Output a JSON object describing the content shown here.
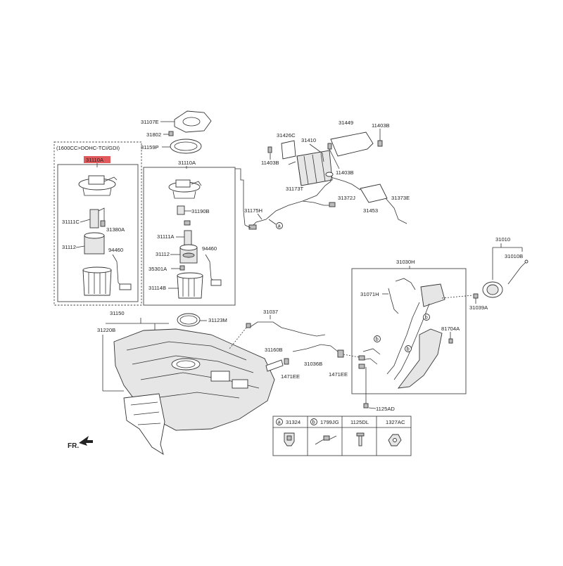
{
  "variant_note": "(1600CC>DOHC-TCI/GDI)",
  "highlighted_part": "31110A",
  "direction_label": "FR.",
  "parts": {
    "p31107E": "31107E",
    "p31802": "31802",
    "p31159P": "31159P",
    "p31110A": "31110A",
    "p31111C": "31111C",
    "p31380A": "31380A",
    "p31112_left": "31112",
    "p94460_left": "94460",
    "p31190B": "31190B",
    "p31111A": "31111A",
    "p31112_right": "31112",
    "p94460_right": "94460",
    "p35301A": "35301A",
    "p31114B": "31114B",
    "p31426C": "31426C",
    "p31410": "31410",
    "p31449": "31449",
    "p11403B_top": "11403B",
    "p11403B_left": "11403B",
    "p11403B_mid": "11403B",
    "p31173T": "31173T",
    "p31175H": "31175H",
    "p31372J": "31372J",
    "p31373E": "31373E",
    "p31453": "31453",
    "p31010": "31010",
    "p31010B": "31010B",
    "p31030H": "31030H",
    "p31071H": "31071H",
    "p31039A": "31039A",
    "p81704A": "81704A",
    "p1125AD": "1125AD",
    "p31150": "31150",
    "p31220B": "31220B",
    "p31123M": "31123M",
    "p31037": "31037",
    "p31160B": "31160B",
    "p1471EE_left": "1471EE",
    "p31036B": "31036B",
    "p1471EE_right": "1471EE"
  },
  "callouts": {
    "a": "a",
    "b": "b"
  },
  "legend": {
    "items": [
      {
        "key": "a",
        "code": "31324"
      },
      {
        "key": "b",
        "code": "1799JG"
      },
      {
        "key": "",
        "code": "1125DL"
      },
      {
        "key": "",
        "code": "1327AC"
      }
    ]
  },
  "colors": {
    "highlight": "#e2595b",
    "line": "#333333"
  }
}
